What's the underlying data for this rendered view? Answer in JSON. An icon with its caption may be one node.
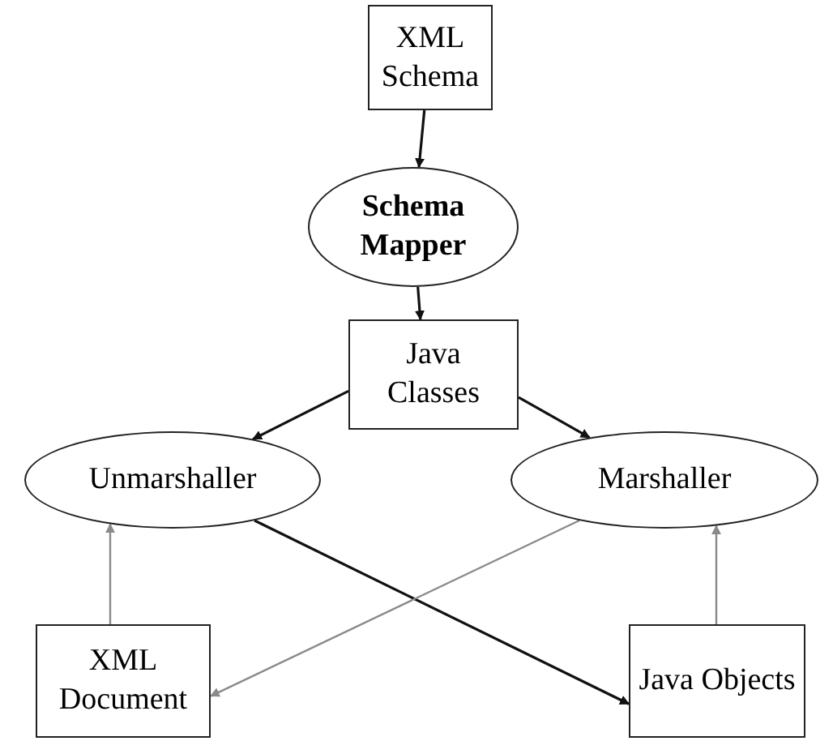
{
  "diagram": {
    "nodes": [
      {
        "text": [
          "XML Schema"
        ]
      },
      {
        "text": [
          "Schema Mapper"
        ]
      },
      {
        "text": [
          "Java Classes"
        ]
      },
      {
        "text": [
          "Unmarshaller"
        ]
      },
      {
        "text": [
          "Marshaller"
        ]
      },
      {
        "text": [
          "XML Document"
        ]
      },
      {
        "text": [
          "Java Objects"
        ]
      }
    ],
    "edges": [
      {
        "from": 0,
        "to": 1,
        "arrow": "to"
      },
      {
        "from": 1,
        "to": 2,
        "arrow": "to"
      },
      {
        "from": 2,
        "to": 3,
        "arrow": "to"
      },
      {
        "from": 2,
        "to": 4,
        "arrow": "to"
      },
      {
        "from": 5,
        "to": 3,
        "arrow": "to",
        "color": "#8a8a8a"
      },
      {
        "from": 3,
        "to": 6,
        "arrow": "to"
      },
      {
        "from": 4,
        "to": 5,
        "arrow": "to",
        "color": "#8a8a8a"
      },
      {
        "from": 6,
        "to": 4,
        "arrow": "to",
        "color": "#8a8a8a"
      }
    ]
  }
}
